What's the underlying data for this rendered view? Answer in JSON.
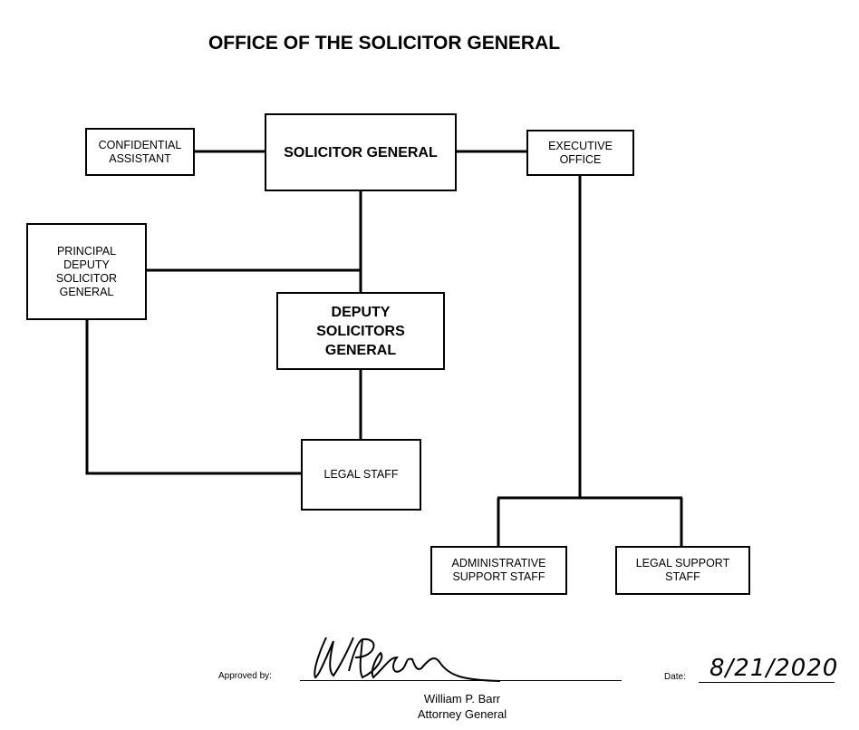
{
  "title": "OFFICE OF THE SOLICITOR GENERAL",
  "boxes": {
    "confidential_assistant": "CONFIDENTIAL\nASSISTANT",
    "solicitor_general": "SOLICITOR GENERAL",
    "executive_office": "EXECUTIVE\nOFFICE",
    "principal_deputy": "PRINCIPAL\nDEPUTY\nSOLICITOR\nGENERAL",
    "deputy_solicitors": "DEPUTY\nSOLICITORS\nGENERAL",
    "legal_staff": "LEGAL STAFF",
    "admin_support": "ADMINISTRATIVE\nSUPPORT STAFF",
    "legal_support": "LEGAL SUPPORT\nSTAFF"
  },
  "approval": {
    "approved_by_label": "Approved by:",
    "signature": "WPBarr",
    "name": "William P. Barr",
    "position": "Attorney General",
    "date_label": "Date:",
    "date": "8/21/2020"
  }
}
